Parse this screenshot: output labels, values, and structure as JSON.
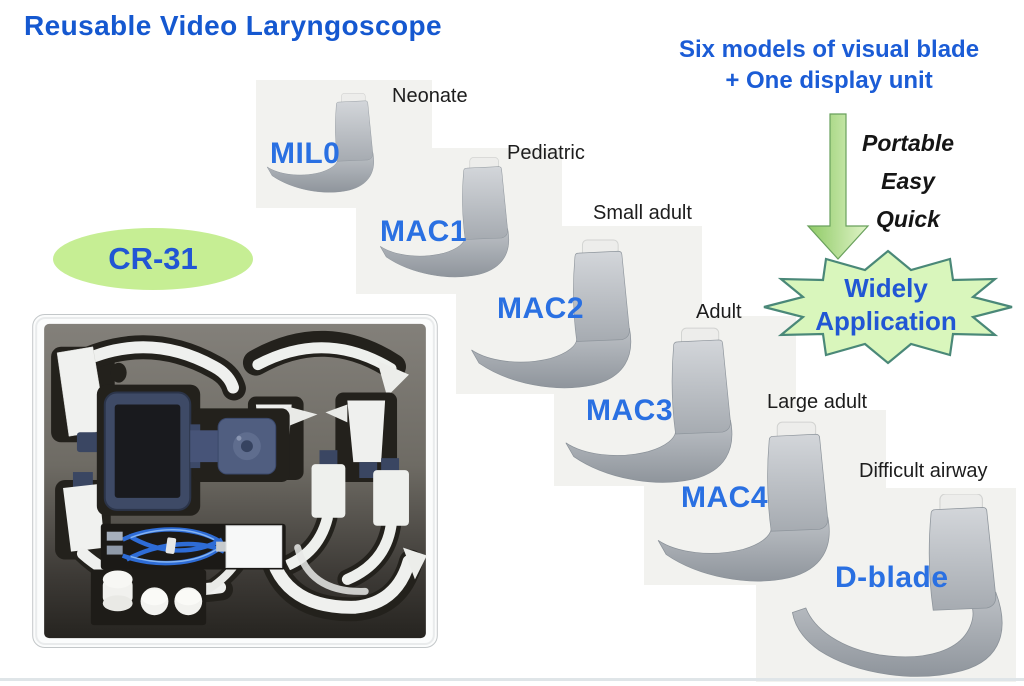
{
  "title": "Reusable Video Laryngoscope",
  "headline": {
    "line1": "Six models of visual blade",
    "line2": "+ One display unit"
  },
  "features": [
    "Portable",
    "Easy",
    "Quick"
  ],
  "burst": {
    "line1": "Widely",
    "line2": "Application"
  },
  "product_code": "CR-31",
  "models": [
    {
      "name": "MIL0",
      "size": "Neonate"
    },
    {
      "name": "MAC1",
      "size": "Pediatric"
    },
    {
      "name": "MAC2",
      "size": "Small adult"
    },
    {
      "name": "MAC3",
      "size": "Adult"
    },
    {
      "name": "MAC4",
      "size": "Large adult"
    },
    {
      "name": "D-blade",
      "size": "Difficult airway"
    }
  ],
  "case_photo": {
    "alt": "Aluminum carry case with gray foam insert holding six laryngoscope blades, a video display unit, a blue USB cable, a white power adapter and three white caps"
  },
  "colors": {
    "title_blue": "#1558d0",
    "model_blue": "#2a70e2",
    "text_black": "#1d1d1d",
    "badge_green": "#c6ee94",
    "burst_fill": "#d9f6bc",
    "burst_stroke": "#4a8878",
    "arrow_green_dark": "#8fca66",
    "arrow_green_light": "#e0f4c8",
    "blade_silver": "#b0b5ba",
    "foam_gray": "#6e6b64"
  }
}
